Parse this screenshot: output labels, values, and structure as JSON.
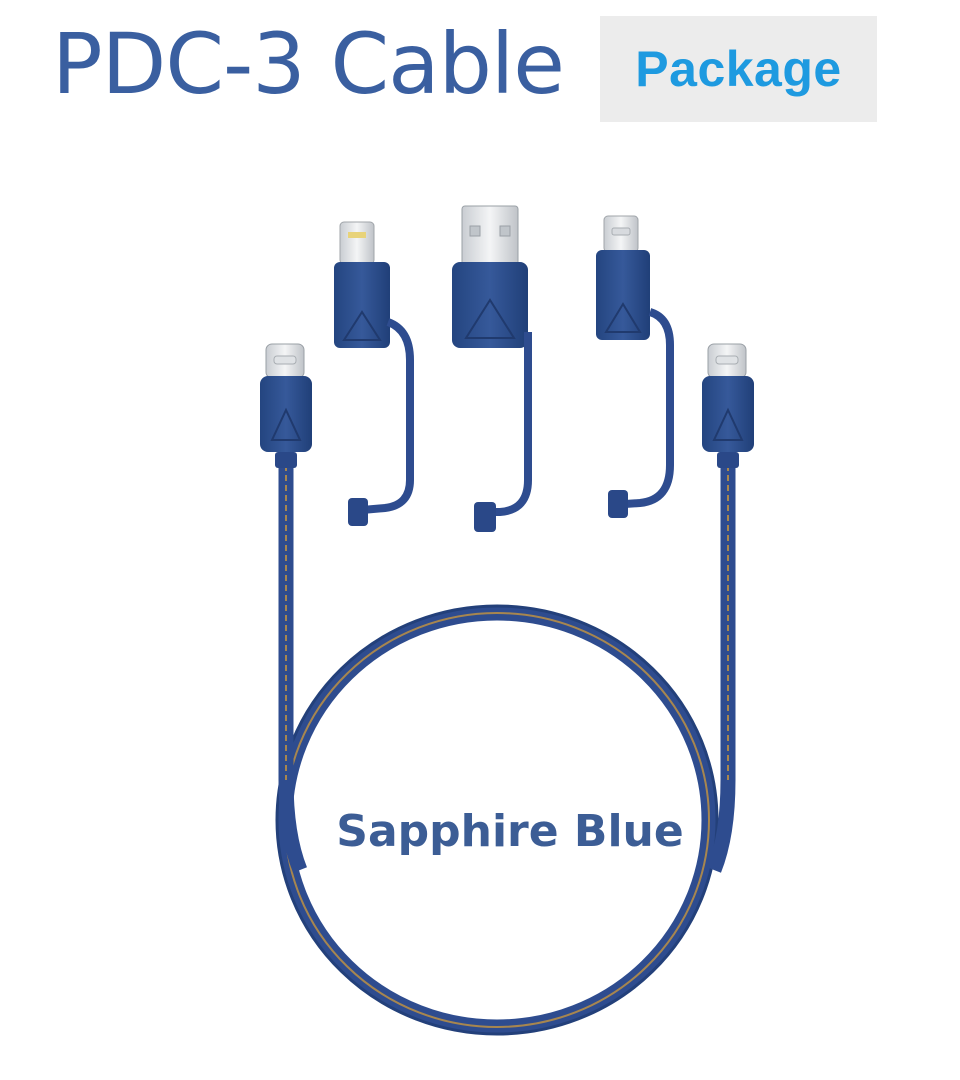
{
  "header": {
    "title": "PDC-3 Cable",
    "badge": "Package"
  },
  "product": {
    "color_name": "Sapphire Blue",
    "cable_color": "#2e4c8f",
    "accent_color": "#a7864f"
  }
}
